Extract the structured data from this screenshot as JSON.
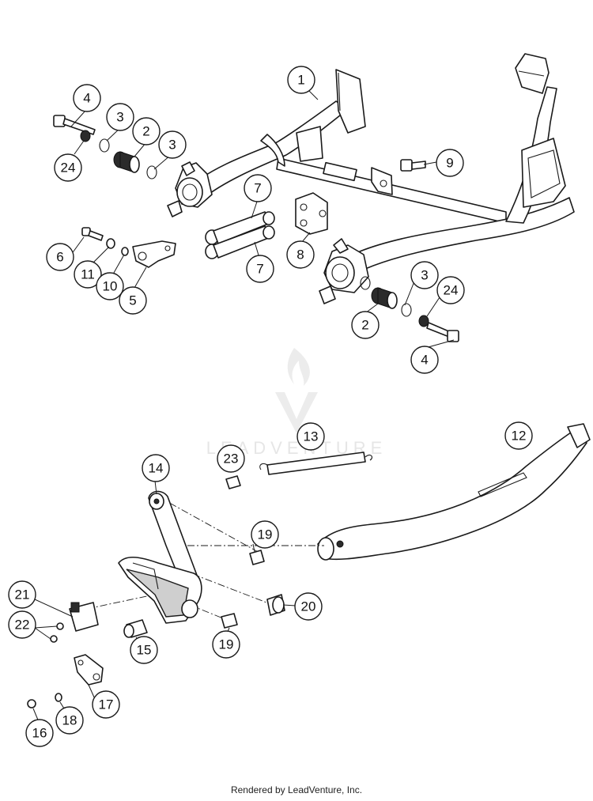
{
  "watermark": {
    "brand_text": "LEADVENTURE"
  },
  "footer": {
    "credit": "Rendered by LeadVenture, Inc."
  },
  "callouts": [
    {
      "id": "callout-1",
      "label": "1"
    },
    {
      "id": "callout-2-top",
      "label": "2"
    },
    {
      "id": "callout-3-top-left",
      "label": "3"
    },
    {
      "id": "callout-3-top-right",
      "label": "3"
    },
    {
      "id": "callout-4-top",
      "label": "4"
    },
    {
      "id": "callout-24-top",
      "label": "24"
    },
    {
      "id": "callout-9",
      "label": "9"
    },
    {
      "id": "callout-7-top",
      "label": "7"
    },
    {
      "id": "callout-7-bottom",
      "label": "7"
    },
    {
      "id": "callout-8",
      "label": "8"
    },
    {
      "id": "callout-6",
      "label": "6"
    },
    {
      "id": "callout-11",
      "label": "11"
    },
    {
      "id": "callout-10",
      "label": "10"
    },
    {
      "id": "callout-5",
      "label": "5"
    },
    {
      "id": "callout-3-bottom",
      "label": "3"
    },
    {
      "id": "callout-24-bottom",
      "label": "24"
    },
    {
      "id": "callout-2-bottom",
      "label": "2"
    },
    {
      "id": "callout-4-bottom",
      "label": "4"
    },
    {
      "id": "callout-13",
      "label": "13"
    },
    {
      "id": "callout-12",
      "label": "12"
    },
    {
      "id": "callout-23",
      "label": "23"
    },
    {
      "id": "callout-14",
      "label": "14"
    },
    {
      "id": "callout-19-top",
      "label": "19"
    },
    {
      "id": "callout-20",
      "label": "20"
    },
    {
      "id": "callout-21",
      "label": "21"
    },
    {
      "id": "callout-22",
      "label": "22"
    },
    {
      "id": "callout-15",
      "label": "15"
    },
    {
      "id": "callout-19-bottom",
      "label": "19"
    },
    {
      "id": "callout-17",
      "label": "17"
    },
    {
      "id": "callout-16",
      "label": "16"
    },
    {
      "id": "callout-18",
      "label": "18"
    }
  ]
}
